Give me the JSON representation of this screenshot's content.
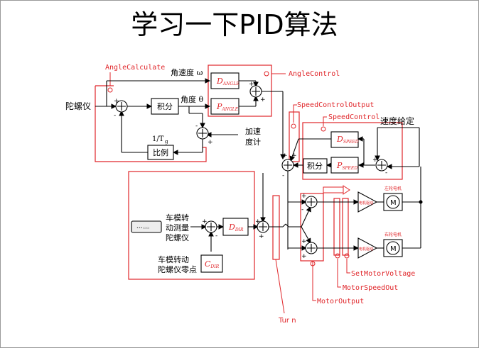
{
  "title": "学习一下PID算法",
  "labels": {
    "gyro": "陀螺仪",
    "angular_velocity": "角速度 ω",
    "angle": "角度 θ",
    "integral": "积分",
    "inv_tg": "1/T",
    "tg_sub": "g",
    "proportional": "比例",
    "accel1": "加速",
    "accel2": "度计",
    "speed_setpoint": "速度给定",
    "integral2": "积分",
    "car_turn1": "车模转",
    "car_turn2": "动测量",
    "car_turn3": "陀螺仪",
    "car_zero1": "车模转动",
    "car_zero2": "陀螺仪零点",
    "motor_drive": "电机驱动",
    "motor_left": "左轮电机",
    "motor_right": "右轮电机",
    "motor": "M"
  },
  "blocks": {
    "d_angle": "D",
    "d_angle_sub": "ANGLE",
    "p_angle": "P",
    "p_angle_sub": "ANGLE",
    "d_speed": "D",
    "d_speed_sub": "SPEED",
    "p_speed": "P",
    "p_speed_sub": "SPEED",
    "d_dir": "D",
    "d_dir_sub": "DIR",
    "c_dir": "C",
    "c_dir_sub": "DIR"
  },
  "annotations": {
    "angle_calculate": "AngleCalculate",
    "angle_control": "AngleControl",
    "speed_control_output": "SpeedControlOutput",
    "speed_control": "SpeedControl",
    "set_motor_voltage": "SetMotorVoltage",
    "motor_speed_out": "MotorSpeedOut",
    "motor_output": "MotorOutput",
    "turn": "Tur n"
  },
  "colors": {
    "annotation": "#e0262a",
    "wire": "#000000",
    "tag": "#33aa44"
  }
}
